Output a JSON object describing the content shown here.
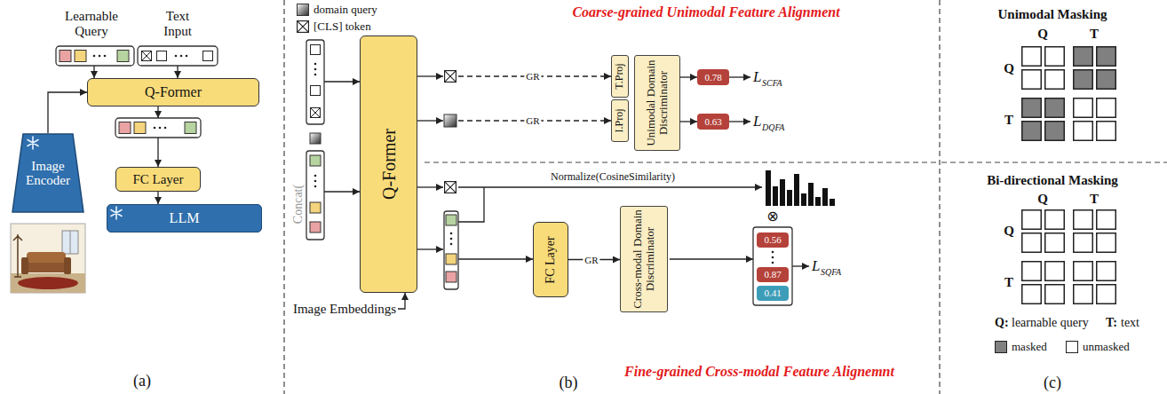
{
  "diagram": {
    "nodes": [
      {
        "text": [
          "Q-Former"
        ]
      },
      {
        "text": [
          "Image Encoder"
        ]
      },
      {
        "text": [
          "FC Layer"
        ]
      },
      {
        "text": [
          "LLM"
        ]
      },
      {
        "text": [
          "Q-Former"
        ]
      },
      {
        "text": [
          "T.Proj"
        ]
      },
      {
        "text": [
          "I.Proj"
        ]
      },
      {
        "text": [
          "Unimodal Domain Discriminator"
        ]
      },
      {
        "text": [
          "0.78"
        ]
      },
      {
        "text": [
          "0.63"
        ]
      },
      {
        "text": [
          "FC Layer"
        ]
      },
      {
        "text": [
          "Cross-modal Domain Discriminator"
        ]
      },
      {
        "text": [
          "0.56"
        ]
      },
      {
        "text": [
          "0.87"
        ]
      },
      {
        "text": [
          "0.41"
        ]
      }
    ],
    "edges": [
      {
        "from": 1,
        "to": 0,
        "arrow": "to"
      },
      {
        "from": 2,
        "to": 3,
        "arrow": "to"
      },
      {
        "from": 7,
        "to": 8,
        "arrow": "to"
      },
      {
        "from": 7,
        "to": 9,
        "arrow": "to"
      },
      {
        "from": 10,
        "to": 11,
        "label": "GR",
        "arrow": "to"
      }
    ],
    "labels": [
      "Learnable Query",
      "Text Input",
      "(a)",
      "Concat(",
      "Image Embeddings",
      "Coarse-grained Unimodal Feature Alignment",
      "GR",
      "GR",
      "L",
      "SCFA",
      "L",
      "DQFA",
      "Normalize(CosineSimilarity)",
      "⊗",
      "L",
      "SQFA",
      "Fine-grained Cross-modal Feature Alignemnt",
      "(b)",
      "Unimodal Masking",
      "Q",
      "T",
      "Q",
      "T",
      "Bi-directional Masking",
      "Q",
      "T",
      "Q",
      "T",
      "Q:",
      "learnable query",
      "T:",
      "text",
      "(c)"
    ],
    "legend": [
      {
        "text": "domain query"
      },
      {
        "text": "[CLS] token"
      },
      {
        "text": "masked",
        "color": "#808080"
      },
      {
        "text": "unmasked",
        "color": "#ffffff"
      }
    ]
  }
}
